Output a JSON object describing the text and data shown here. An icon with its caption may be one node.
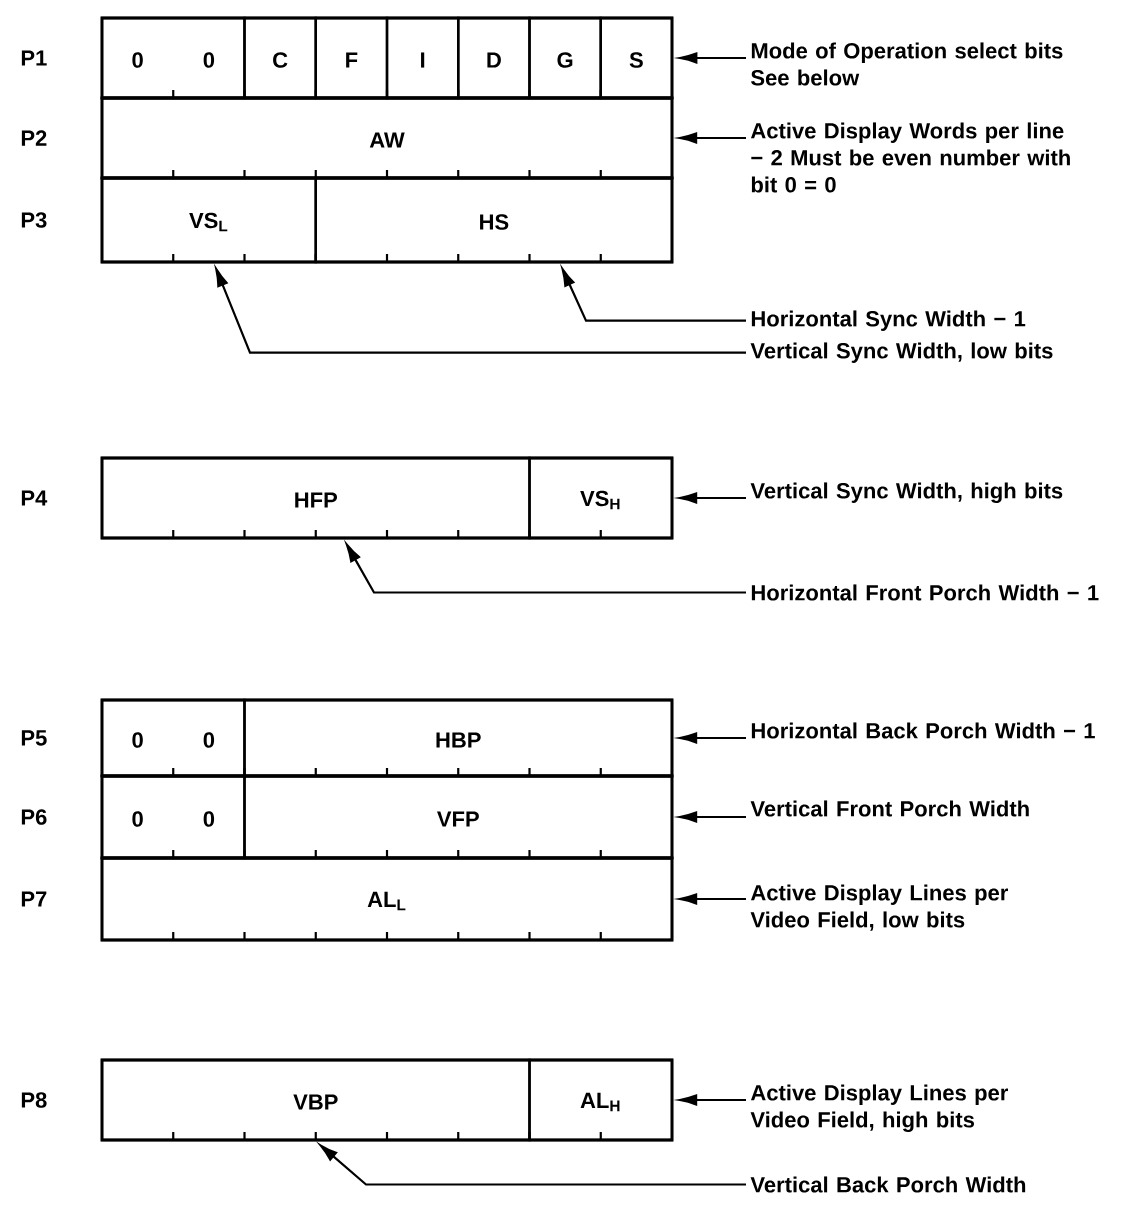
{
  "diagram": {
    "nodes": [
      {
        "text": [
          "P1"
        ]
      },
      {
        "text": [
          "0",
          "0"
        ],
        "in": 0
      },
      {
        "text": [
          "C"
        ],
        "in": 0
      },
      {
        "text": [
          "F"
        ],
        "in": 0
      },
      {
        "text": [
          "I"
        ],
        "in": 0
      },
      {
        "text": [
          "D"
        ],
        "in": 0
      },
      {
        "text": [
          "G"
        ],
        "in": 0
      },
      {
        "text": [
          "S"
        ],
        "in": 0
      },
      {
        "text": [
          "Mode of Operation select bits See below"
        ]
      },
      {
        "text": [
          "P2"
        ]
      },
      {
        "text": [
          "AW"
        ],
        "in": 9
      },
      {
        "text": [
          "Active Display Words per line − 2 Must be even number with bit 0 = 0"
        ]
      },
      {
        "text": [
          "P3"
        ]
      },
      {
        "text": [
          "VS$_{L}$"
        ],
        "in": 12
      },
      {
        "text": [
          "HS"
        ],
        "in": 12
      },
      {
        "text": [
          "Horizontal Sync Width − 1"
        ]
      },
      {
        "text": [
          "Vertical Sync Width, low bits"
        ]
      },
      {
        "text": [
          "P4"
        ]
      },
      {
        "text": [
          "HFP"
        ],
        "in": 17
      },
      {
        "text": [
          "VS$_{H}$"
        ],
        "in": 17
      },
      {
        "text": [
          "Vertical Sync Width, high bits"
        ]
      },
      {
        "text": [
          "Horizontal Front Porch Width − 1"
        ]
      },
      {
        "text": [
          "P5"
        ]
      },
      {
        "text": [
          "0",
          "0"
        ],
        "in": 22
      },
      {
        "text": [
          "HBP"
        ],
        "in": 22
      },
      {
        "text": [
          "Horizontal Back Porch Width − 1"
        ]
      },
      {
        "text": [
          "P6"
        ]
      },
      {
        "text": [
          "0",
          "0"
        ],
        "in": 26
      },
      {
        "text": [
          "VFP"
        ],
        "in": 26
      },
      {
        "text": [
          "Vertical Front Porch Width"
        ]
      },
      {
        "text": [
          "P7"
        ]
      },
      {
        "text": [
          "AL$_{L}$"
        ],
        "in": 30
      },
      {
        "text": [
          "Active Display Lines per Video Field, low bits"
        ]
      },
      {
        "text": [
          "P8"
        ]
      },
      {
        "text": [
          "VBP"
        ],
        "in": 33
      },
      {
        "text": [
          "AL$_{H}$"
        ],
        "in": 33
      },
      {
        "text": [
          "Active Display Lines per Video Field, high bits"
        ]
      },
      {
        "text": [
          "Vertical Back Porch Width"
        ]
      }
    ],
    "edges": [
      {
        "from": 8,
        "to": 0,
        "arrow": "to"
      },
      {
        "from": 11,
        "to": 10,
        "arrow": "to"
      },
      {
        "from": 15,
        "to": 14,
        "arrow": "to"
      },
      {
        "from": 16,
        "to": 13,
        "arrow": "to"
      },
      {
        "from": 20,
        "to": 19,
        "arrow": "to"
      },
      {
        "from": 21,
        "to": 18,
        "arrow": "to"
      },
      {
        "from": 25,
        "to": 24,
        "arrow": "to"
      },
      {
        "from": 29,
        "to": 28,
        "arrow": "to"
      },
      {
        "from": 32,
        "to": 31,
        "arrow": "to"
      },
      {
        "from": 36,
        "to": 35,
        "arrow": "to"
      },
      {
        "from": 37,
        "to": 34,
        "arrow": "to"
      }
    ]
  }
}
